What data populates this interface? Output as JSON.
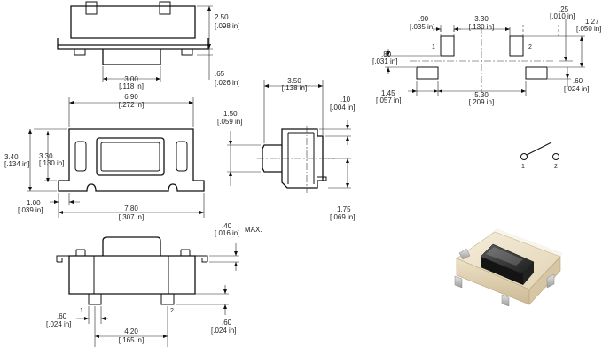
{
  "top_view": {
    "height_mm": "2.50",
    "height_in": "[.098 in]",
    "standoff_mm": ".65",
    "standoff_in": "[.026 in]",
    "plunger_mm": "3.00",
    "plunger_in": "[.118 in]"
  },
  "front_view": {
    "width_mm": "6.90",
    "width_in": "[.272 in]",
    "overall_height_mm": "3.40",
    "overall_height_in": "[.134 in]",
    "body_height_mm": "3.30",
    "body_height_in": "[.130 in]",
    "foot_mm": "1.00",
    "foot_in": "[.039 in]",
    "overall_width_mm": "7.80",
    "overall_width_in": "[.307 in]"
  },
  "side_view": {
    "actuator_mm": "3.50",
    "actuator_in": "[.138 in]",
    "plunger_height_mm": "1.50",
    "plunger_height_in": "[.059 in]",
    "lead_mm": ".10",
    "lead_in": "[.004 in]",
    "mount_height_mm": "1.75",
    "mount_height_in": "[.069 in]"
  },
  "bottom_view": {
    "flatness_mm": ".40",
    "flatness_in": "[.016 in]",
    "flatness_note": "MAX.",
    "pin_1": "1",
    "pin_2": "2",
    "lead_w_mm": ".60",
    "lead_w_in": "[.024 in]",
    "lead_h_mm": ".60",
    "lead_h_in": "[.024 in]",
    "pitch_mm": "4.20",
    "pitch_in": "[.165 in]"
  },
  "pad_layout": {
    "pad_w_mm": ".90",
    "pad_w_in": "[.035 in]",
    "pad_spacing_mm": "3.30",
    "pad_spacing_in": "[.130 in]",
    "offset_mm": ".25",
    "offset_in": "[.010 in]",
    "pad_span_mm": "1.27",
    "pad_span_in": "[.050 in]",
    "pad_h_mm": ".80",
    "pad_h_in": "[.031 in]",
    "pad_1": "1",
    "pad_2": "2",
    "tail_h_mm": ".60",
    "tail_h_in": "[.024 in]",
    "tail_w_mm": "1.45",
    "tail_w_in": "[.057 in]",
    "tail_span_mm": "5.30",
    "tail_span_in": "[.209 in]"
  },
  "schematic": {
    "terminal_1": "1",
    "terminal_2": "2"
  }
}
